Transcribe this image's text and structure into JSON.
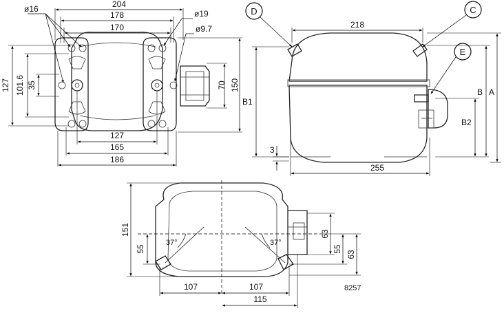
{
  "front_view": {
    "dims": {
      "d16": "ø16",
      "w204": "204",
      "w178": "178",
      "w170": "170",
      "d19": "ø19",
      "d9_7": "ø9.7",
      "h127": "127",
      "h101_6": "101.6",
      "h35": "35",
      "h70": "70",
      "h150": "150",
      "w127": "127",
      "w165": "165",
      "w186": "186"
    }
  },
  "side_view": {
    "callouts": {
      "d": "D",
      "c": "C",
      "e": "E"
    },
    "dims": {
      "w218": "218",
      "b1": "B1",
      "b": "B",
      "a": "A",
      "b2": "B2",
      "h3": "3",
      "w255": "255"
    }
  },
  "top_view": {
    "dims": {
      "h151": "151",
      "h55_left": "55",
      "angle_left": "37°",
      "angle_right": "37°",
      "h63_top": "63",
      "h55_right": "55",
      "h63_right": "63",
      "w107_left": "107",
      "w107_right": "107",
      "w115": "115"
    }
  },
  "drawing_number": "8257"
}
